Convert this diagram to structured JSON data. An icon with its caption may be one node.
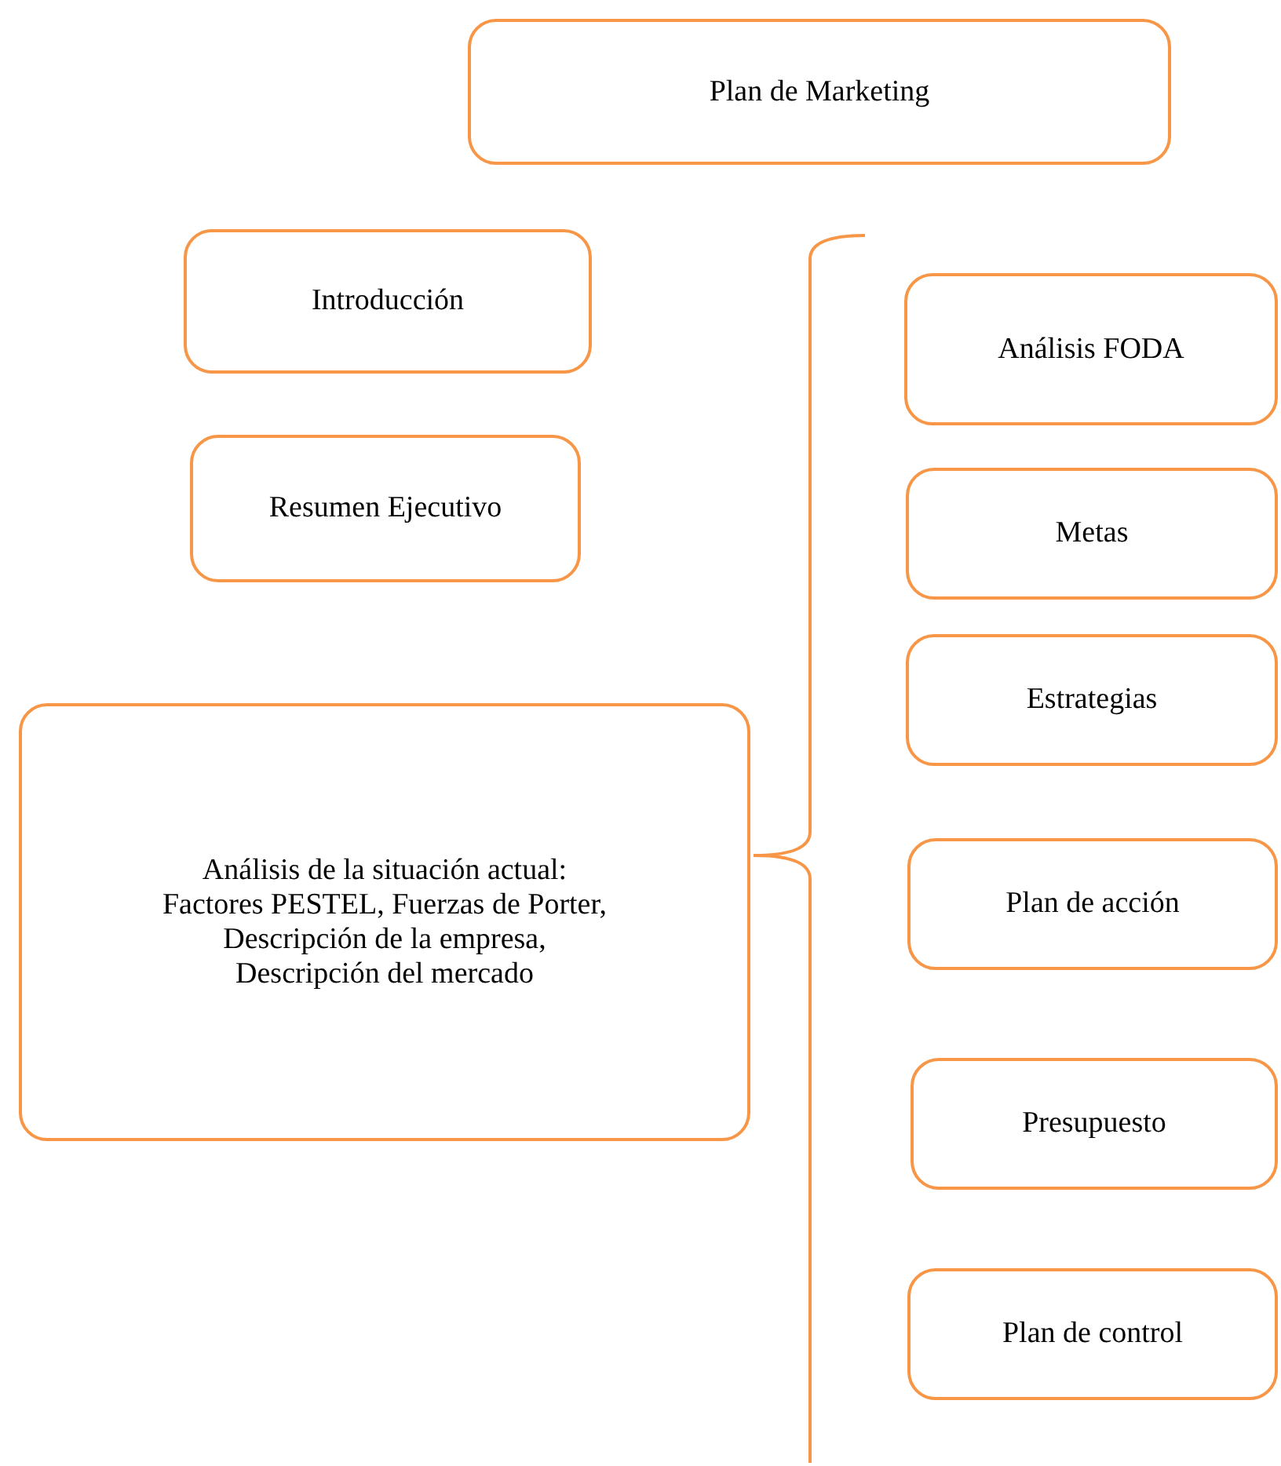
{
  "diagram": {
    "nodes": [
      {
        "text": [
          "Plan de Marketing"
        ]
      },
      {
        "text": [
          "Introducción"
        ]
      },
      {
        "text": [
          "Resumen Ejecutivo"
        ]
      },
      {
        "text": [
          "Análisis de la situación actual: Factores PESTEL, Fuerzas de Porter, Descripción de la empresa, Descripción del mercado"
        ]
      },
      {
        "text": [
          "Análisis FODA"
        ]
      },
      {
        "text": [
          "Metas"
        ]
      },
      {
        "text": [
          "Estrategias"
        ]
      },
      {
        "text": [
          "Plan de acción"
        ]
      },
      {
        "text": [
          "Presupuesto"
        ]
      },
      {
        "text": [
          "Plan de control"
        ]
      }
    ]
  }
}
